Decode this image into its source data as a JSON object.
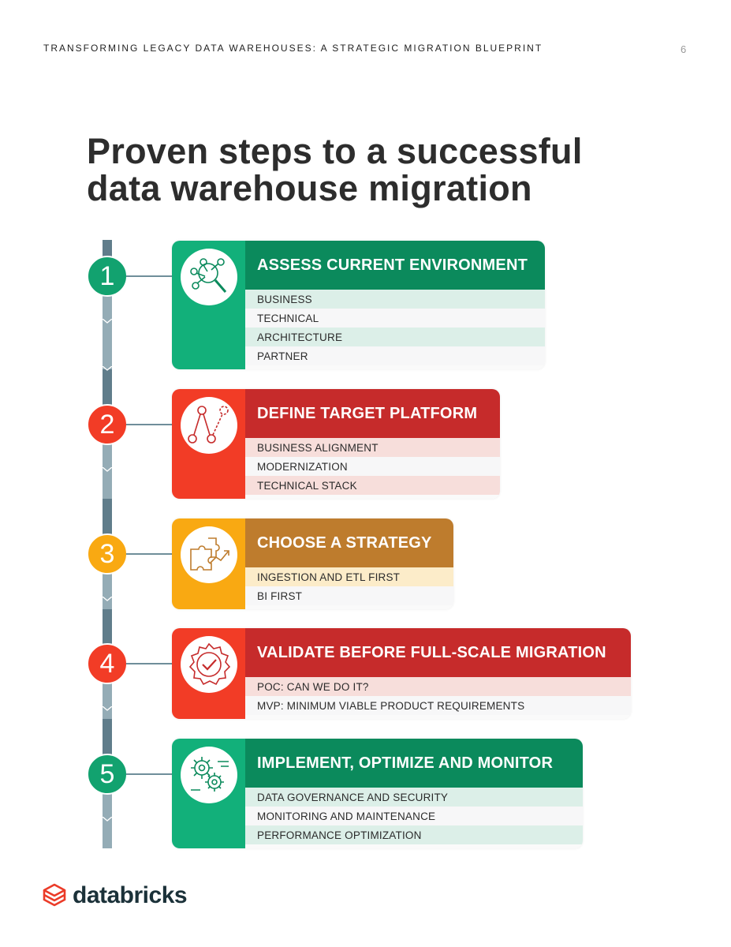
{
  "header": {
    "running_title": "TRANSFORMING LEGACY DATA WAREHOUSES: A STRATEGIC MIGRATION BLUEPRINT",
    "page_number": "6"
  },
  "title": "Proven steps to a successful data warehouse migration",
  "steps": [
    {
      "number": "1",
      "title": "ASSESS CURRENT ENVIRONMENT",
      "icon": "search-network-icon",
      "colors": {
        "circle": "#12a26f",
        "panel": "#12b07a",
        "header": "#0b8a5c",
        "tint": "#dcefe8"
      },
      "items": [
        "BUSINESS",
        "TECHNICAL",
        "ARCHITECTURE",
        "PARTNER"
      ]
    },
    {
      "number": "2",
      "title": "DEFINE TARGET PLATFORM",
      "icon": "branch-target-icon",
      "colors": {
        "circle": "#f23c26",
        "panel": "#f23c26",
        "header": "#c62b2b",
        "tint": "#f7dedb"
      },
      "items": [
        "BUSINESS ALIGNMENT",
        "MODERNIZATION",
        "TECHNICAL STACK"
      ]
    },
    {
      "number": "3",
      "title": "CHOOSE A STRATEGY",
      "icon": "puzzle-growth-icon",
      "colors": {
        "circle": "#f9a912",
        "panel": "#f9a912",
        "header": "#be7c2d",
        "tint": "#fcecc9"
      },
      "items": [
        "INGESTION AND ETL FIRST",
        "BI FIRST"
      ]
    },
    {
      "number": "4",
      "title": "VALIDATE BEFORE FULL-SCALE MIGRATION",
      "icon": "verified-badge-icon",
      "colors": {
        "circle": "#f23c26",
        "panel": "#f23c26",
        "header": "#c62b2b",
        "tint": "#f7dedb"
      },
      "items": [
        "POC: CAN WE DO IT?",
        "MVP: MINIMUM VIABLE PRODUCT REQUIREMENTS"
      ]
    },
    {
      "number": "5",
      "title": "IMPLEMENT, OPTIMIZE AND MONITOR",
      "icon": "gears-icon",
      "colors": {
        "circle": "#12a26f",
        "panel": "#12b07a",
        "header": "#0b8a5c",
        "tint": "#dcefe8"
      },
      "items": [
        "DATA GOVERNANCE AND SECURITY",
        "MONITORING AND MAINTENANCE",
        "PERFORMANCE OPTIMIZATION"
      ]
    }
  ],
  "footer": {
    "logo_text": "databricks",
    "logo_color": "#eb3b28"
  }
}
